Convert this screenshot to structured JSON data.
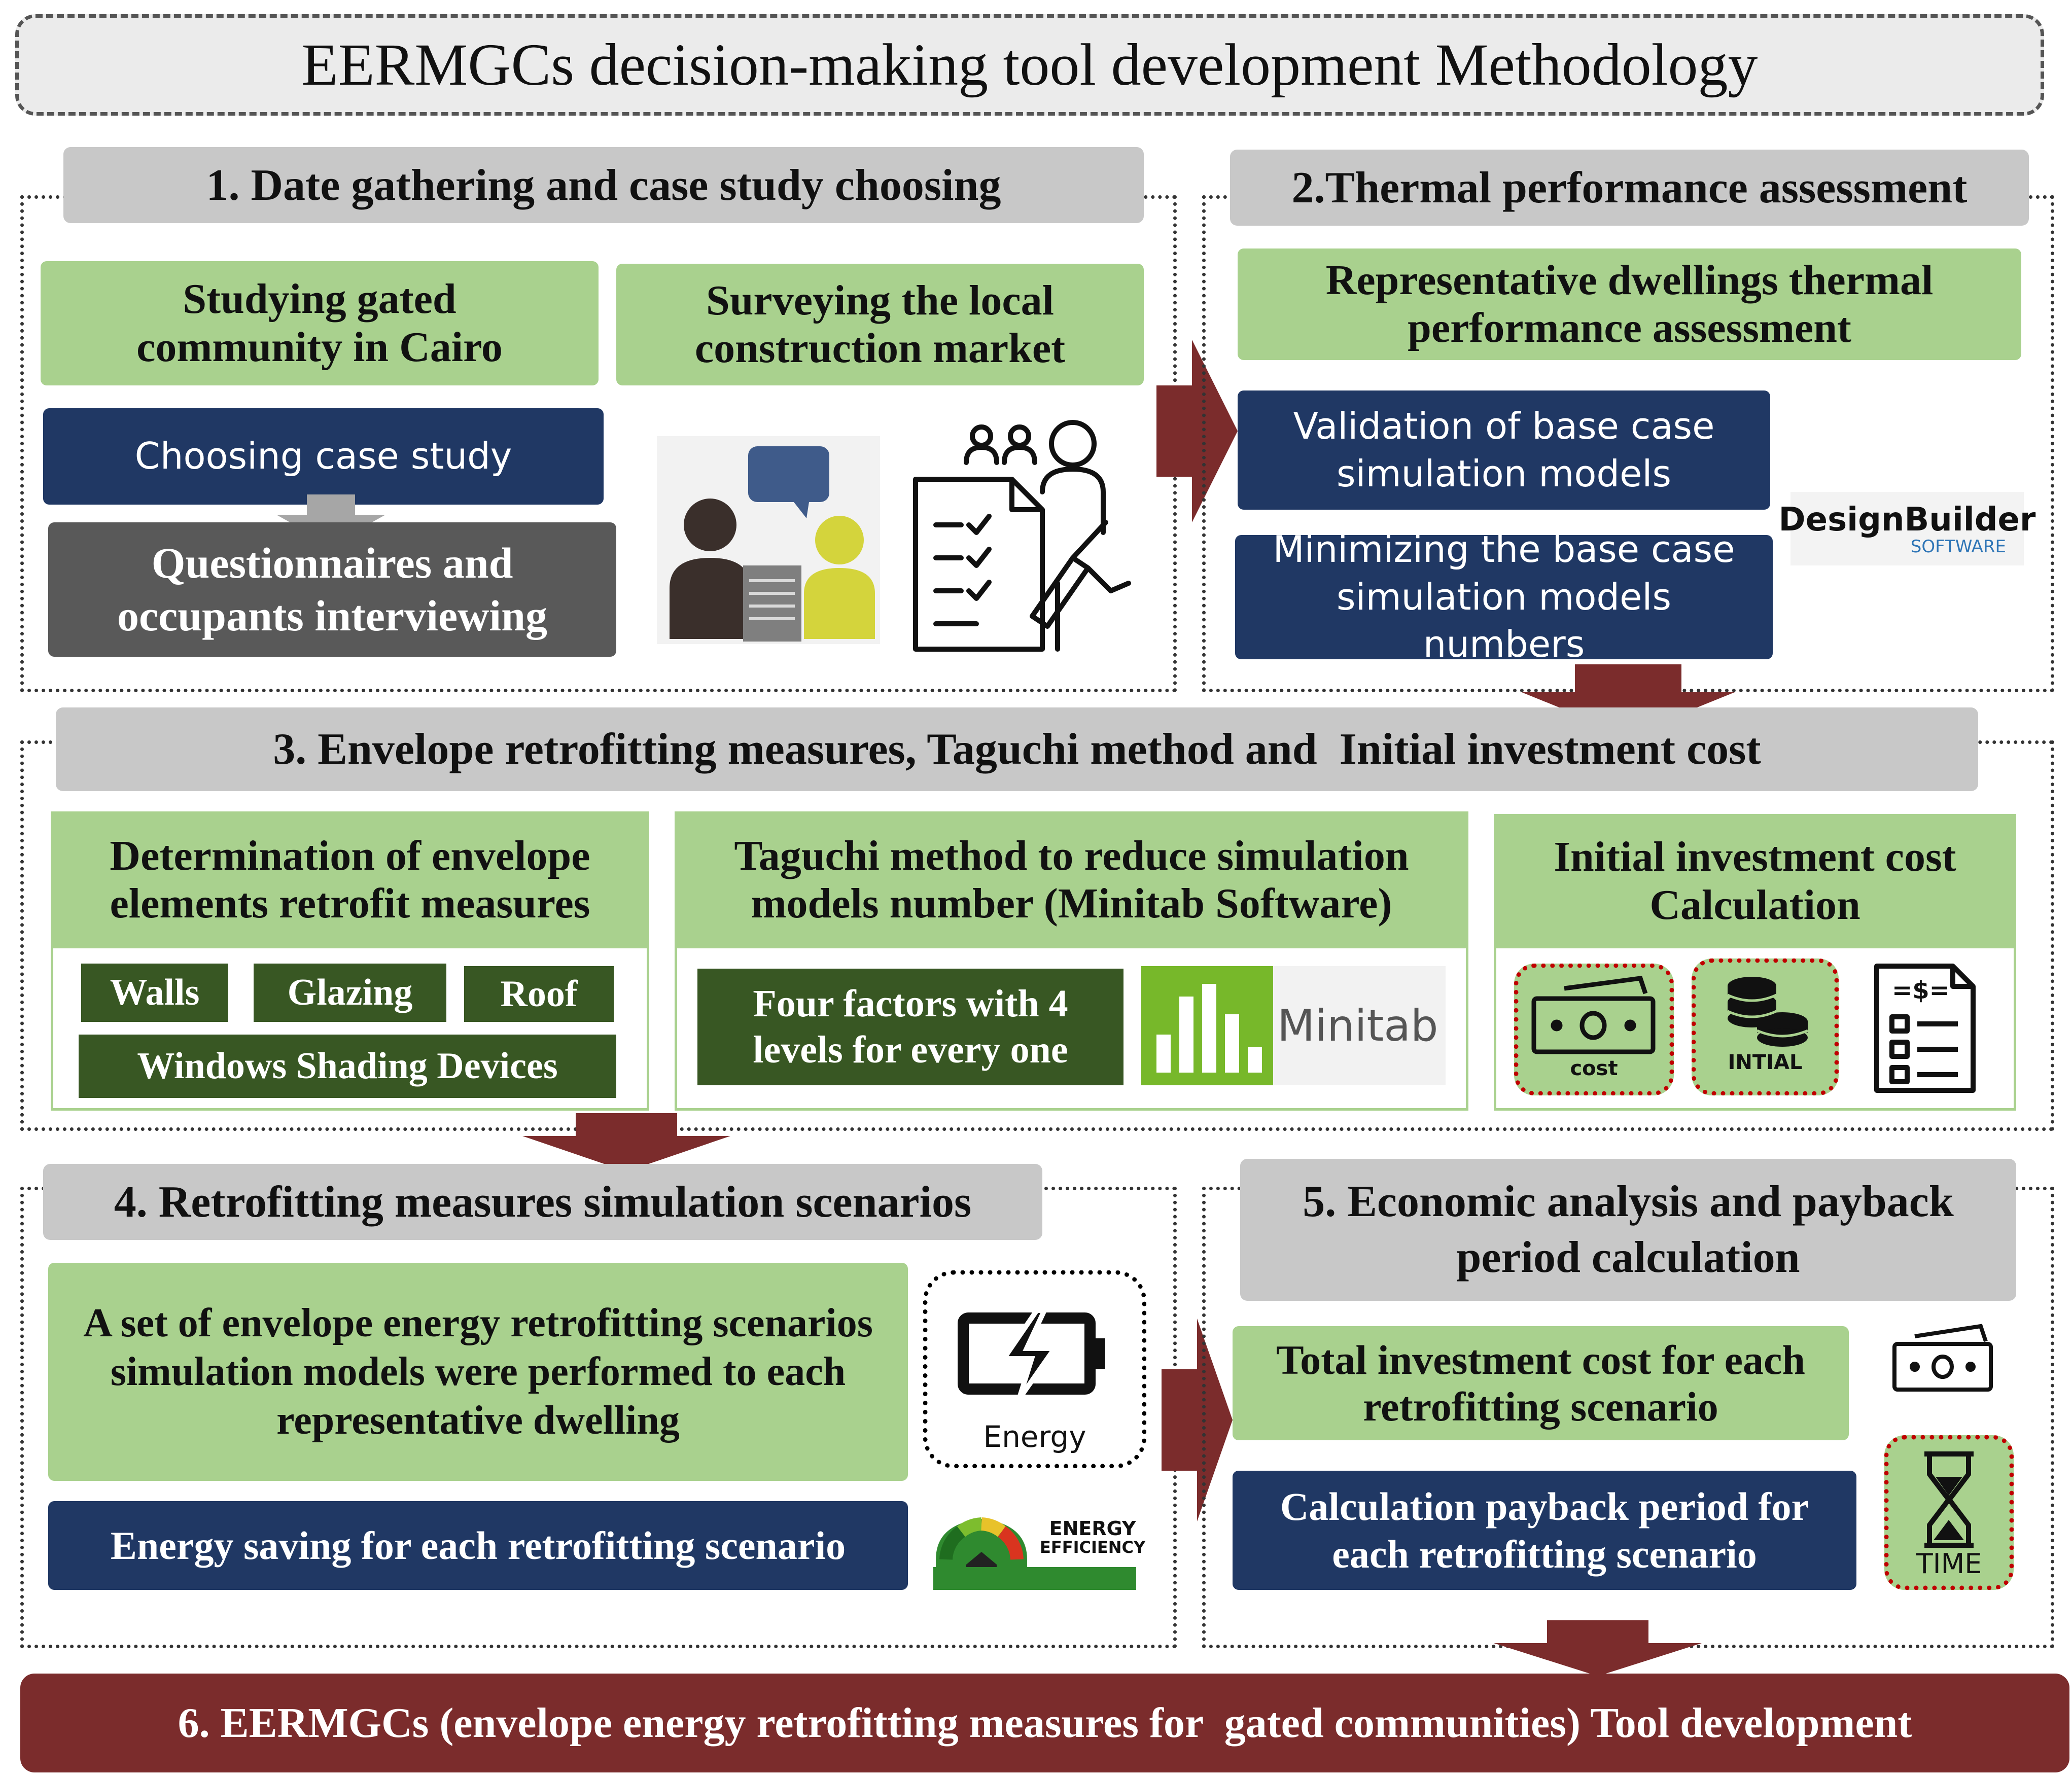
{
  "title": "EERMGCs decision-making tool development Methodology",
  "section1": {
    "header": "1. Date gathering and case study choosing",
    "studying": "Studying gated community in Cairo",
    "surveying": "Surveying the local construction market",
    "choosing": "Choosing case study",
    "questionnaires": "Questionnaires and occupants interviewing"
  },
  "section2": {
    "header": "2.Thermal performance assessment",
    "representative": "Representative dwellings thermal performance assessment",
    "validation": "Validation of base case simulation models",
    "minimizing": "Minimizing the base case simulation models numbers",
    "logo_main": "DesignBuilder",
    "logo_sub": "SOFTWARE"
  },
  "section3": {
    "header": "3. Envelope retrofitting measures, Taguchi method and  Initial investment cost",
    "determination": "Determination of  envelope elements retrofit measures",
    "walls": "Walls",
    "glazing": "Glazing",
    "roof": "Roof",
    "shading": "Windows Shading Devices",
    "taguchi": "Taguchi method to reduce simulation models number (Minitab Software)",
    "factors": "Four factors with 4 levels for every one",
    "minitab_logo": "Minitab",
    "initial_cost": "Initial investment cost Calculation",
    "icon_cost_label": "cost",
    "icon_initial_label": "INTIAL",
    "invoice_symbol": "=$="
  },
  "section4": {
    "header": "4. Retrofitting measures simulation scenarios",
    "set_of": "A set of envelope energy retrofitting scenarios simulation models were performed to each representative dwelling",
    "energy_saving": "Energy saving for each retrofitting scenario",
    "energy_label": "Energy",
    "efficiency_line1": "ENERGY",
    "efficiency_line2": "EFFICIENCY"
  },
  "section5": {
    "header": "5. Economic analysis and payback period calculation",
    "total": "Total investment cost for each retrofitting scenario",
    "payback": "Calculation payback period for each retrofitting scenario",
    "time_label": "TIME"
  },
  "section6": {
    "header": "6. EERMGCs (envelope energy retrofitting measures for  gated communities) Tool development"
  },
  "colors": {
    "green": "#a9d18e",
    "navy": "#203864",
    "dark_green": "#385723",
    "gray": "#c8c8c8",
    "maroon": "#7b2c2c",
    "red_dotted": "#c00000"
  }
}
